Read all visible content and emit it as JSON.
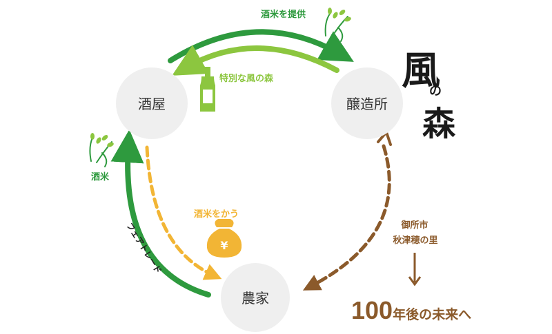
{
  "nodes": {
    "sakaya": "酒屋",
    "jozosho": "醸造所",
    "noka": "農家"
  },
  "labels": {
    "provide_rice": "酒米を提供",
    "special_sake": "特別な風の森",
    "sake_rice": "酒米",
    "fair_trade": "フェアトレード",
    "buy_rice": "酒米をかう",
    "location_line1": "御所市",
    "location_line2": "秋津穂の里",
    "future_number": "100",
    "future_text": "年後の未来へ"
  },
  "logo": {
    "char1": "風",
    "char2": "の",
    "char3": "森"
  },
  "colors": {
    "dark_green": "#2e9a3e",
    "light_green": "#8cc63f",
    "orange": "#f2b535",
    "brown": "#8b5a2b",
    "node_fill": "#efefef",
    "yen_symbol": "¥"
  }
}
